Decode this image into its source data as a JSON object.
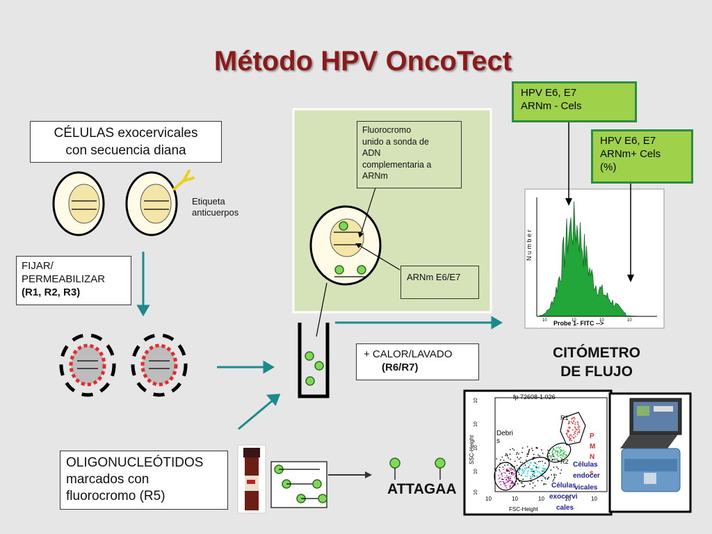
{
  "title": "Método HPV OncoTect",
  "cells_box": "CÉLULAS exocervicales\ncon secuencia diana",
  "antibody_label": "Etiqueta\nanticuerpos",
  "fix_box": {
    "line1": "FIJAR/",
    "line2": "PERMEABILIZAR",
    "line3": "(R1, R2, R3)"
  },
  "probe_box": "Fluorocromo\nunido a sonda de\nADN\ncomplementaria a\nARNm",
  "mrna_box": "ARNm E6/E7",
  "heat_box": {
    "line1": "+ CALOR/LAVADO",
    "line2": "(R6/R7)"
  },
  "oligo_box": "OLIGONUCLEÓTIDOS\nmarcados con\nfluorocromo (R5)",
  "sequence": "ATTAGAA",
  "cytometer_label": "CITÓMETRO\nDE FLUJO",
  "hpv_neg_box": "HPV E6, E7\n ARNm - Cels",
  "hpv_pos_box": "HPV E6, E7\n ARNm+ Cels\n(%)",
  "histogram": {
    "ylabel": "N u m b e r",
    "xlabel": "Probe 1- FITC -->",
    "tick_a": "10",
    "tick_b": "10",
    "tick_c": "10",
    "tick_d": "10"
  },
  "scatter": {
    "title": "fp 72608-1.026",
    "ylabel": "SSC-Height",
    "xlabel": "FSC-Height",
    "y_ticks": [
      "10",
      "10",
      "10",
      "10",
      "10"
    ],
    "x_ticks": [
      "10",
      "10",
      "10",
      "10",
      "10"
    ],
    "debris": "Debri\ns",
    "r1": "R1",
    "r2": "R2",
    "pmn": "P\nM\nN\ns",
    "endo": "Células\nendocer\nvicales",
    "exo": "Células\nexocervi\ncales"
  },
  "colors": {
    "title": "#8b1a1a",
    "green_fill": "#9fd24a",
    "green_border": "#2e8b46",
    "arrow": "#1a8a8a",
    "dot": "#7ed957",
    "red_dot": "#e32b2b",
    "hist_green": "#22a63a"
  }
}
